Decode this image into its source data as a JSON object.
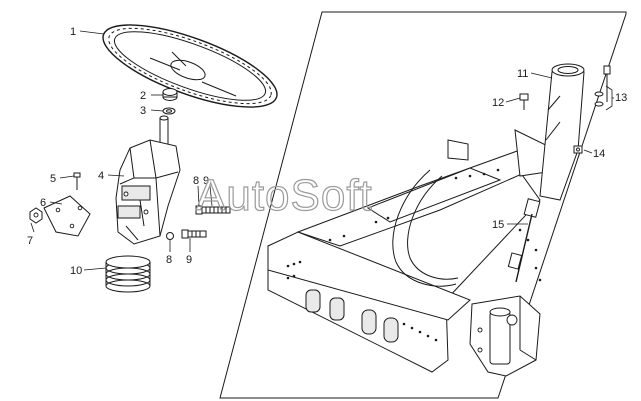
{
  "watermark": "AutoSoft",
  "callouts": [
    "1",
    "2",
    "3",
    "4",
    "5",
    "6",
    "7",
    "8",
    "9",
    "10",
    "8",
    "9",
    "11",
    "12",
    "13",
    "14",
    "15"
  ],
  "colors": {
    "line": "#1a1a1a",
    "watermark": "#9a9a9a",
    "background": "#ffffff"
  }
}
